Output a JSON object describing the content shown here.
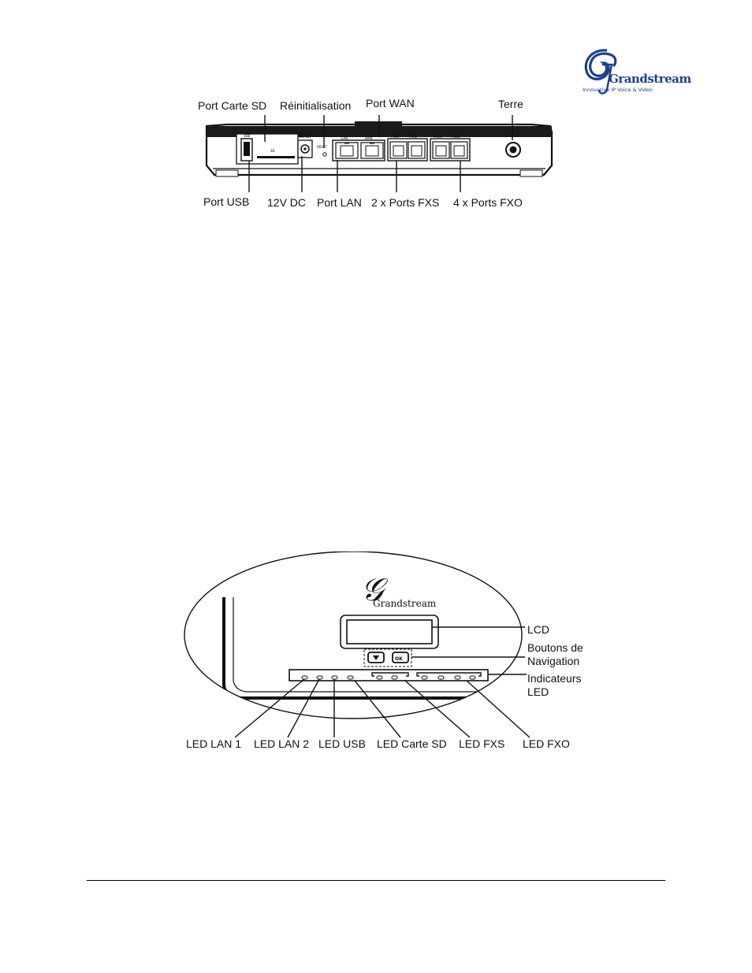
{
  "logo": {
    "brand": "Grandstream",
    "tagline": "Innovative IP Voice & Video"
  },
  "back_panel": {
    "device_labels": {
      "usb": "USB",
      "sd": "SD",
      "dc": "DC 12V",
      "reset": "RESET",
      "lan": "LAN",
      "wan": "WAN",
      "fxs1": "FXS1",
      "fxs2": "FXS2",
      "fxo1": "FXO1",
      "fxo2": "FXO2"
    },
    "callouts": {
      "sd_card_port": "Port Carte SD",
      "reset": "Réinitialisation",
      "wan_port": "Port WAN",
      "ground": "Terre",
      "usb_port": "Port USB",
      "dc": "12V DC",
      "lan_port": "Port LAN",
      "fxs_ports": "2 x Ports FXS",
      "fxo_ports": "4 x Ports FXO"
    }
  },
  "front_panel": {
    "brand": "Grandstream",
    "ok_button": "OK",
    "callouts": {
      "lcd": "LCD",
      "nav_buttons_1": "Boutons de",
      "nav_buttons_2": "Navigation",
      "led_indicators_1": "Indicateurs",
      "led_indicators_2": "LED",
      "led_lan1": "LED LAN 1",
      "led_lan2": "LED LAN 2",
      "led_usb": "LED USB",
      "led_sd": "LED Carte SD",
      "led_fxs": "LED FXS",
      "led_fxo": "LED FXO"
    }
  }
}
